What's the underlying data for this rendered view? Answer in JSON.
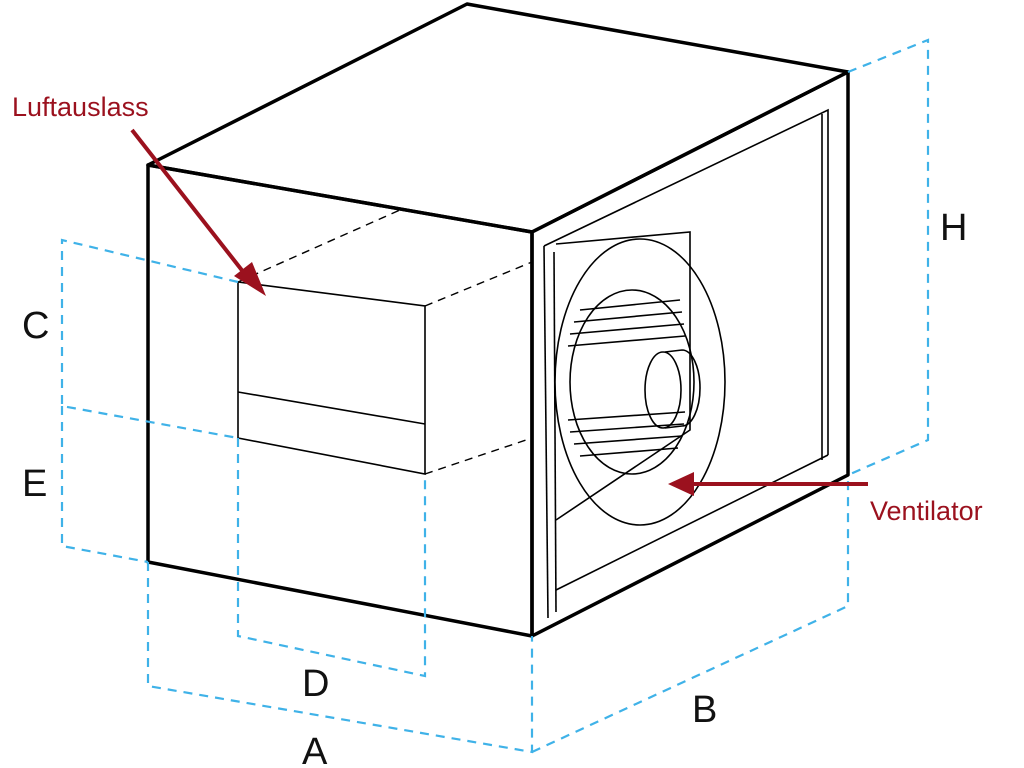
{
  "labels": {
    "air_outlet": "Luftauslass",
    "fan": "Ventilator"
  },
  "dimensions": {
    "a": "A",
    "b": "B",
    "c": "C",
    "d": "D",
    "e": "E",
    "h": "H"
  },
  "colors": {
    "callout": "#9b111e",
    "dimension_line": "#3fb2e8",
    "outline": "#000000"
  }
}
